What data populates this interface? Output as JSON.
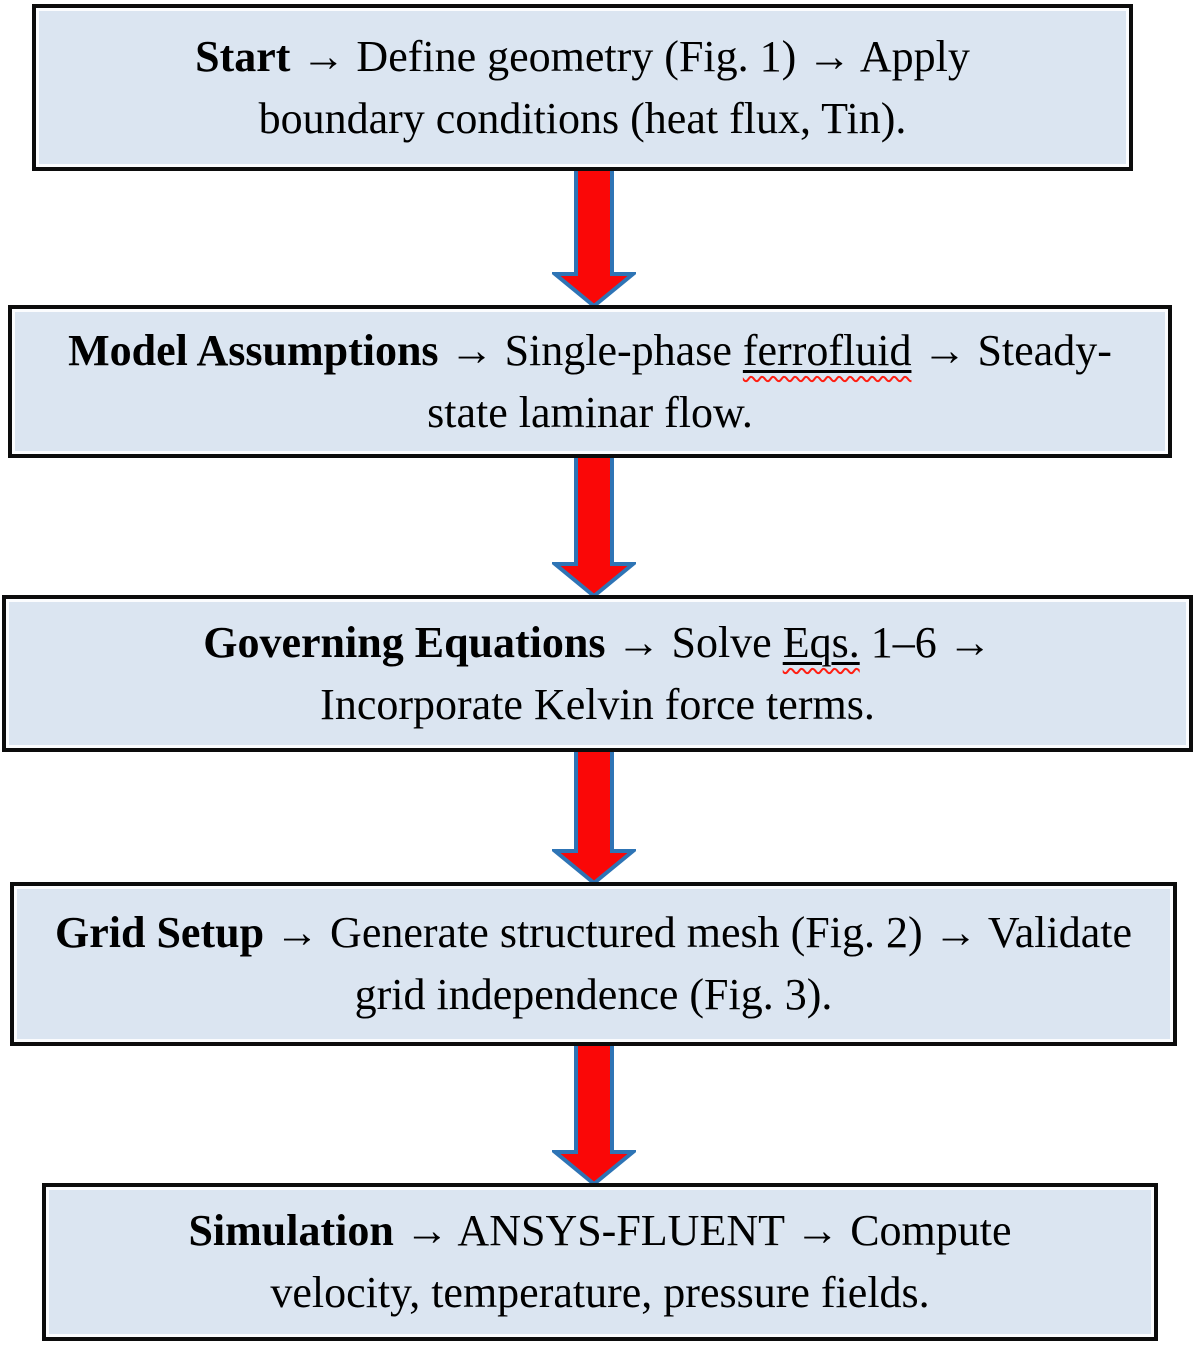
{
  "colors": {
    "background": "#ffffff",
    "box_fill": "#dbe5f1",
    "box_border": "#0c0c0c",
    "text": "#000000",
    "arrow_fill": "#fa0707",
    "arrow_stroke": "#2e74b5",
    "spellcheck_squiggle": "#ff1f13"
  },
  "boxes": [
    {
      "title": "Start",
      "rest": " → Define geometry (Fig. 1) → Apply boundary conditions (heat flux, Tin)."
    },
    {
      "title": "Model Assumptions",
      "pre": " → Single-phase ",
      "flagged": "ferrofluid",
      "post": " → Steady-state laminar flow."
    },
    {
      "title": "Governing Equations",
      "pre": " → Solve ",
      "flagged": "Eqs.",
      "post": " 1–6 → Incorporate Kelvin force terms."
    },
    {
      "title": "Grid Setup",
      "rest": " → Generate structured mesh (Fig. 2) → Validate grid independence (Fig. 3)."
    },
    {
      "title": "Simulation",
      "rest": " → ANSYS-FLUENT → Compute velocity, temperature, pressure fields."
    }
  ],
  "arrows": {
    "direction": "down",
    "style": "block-arrow",
    "count": 4
  }
}
